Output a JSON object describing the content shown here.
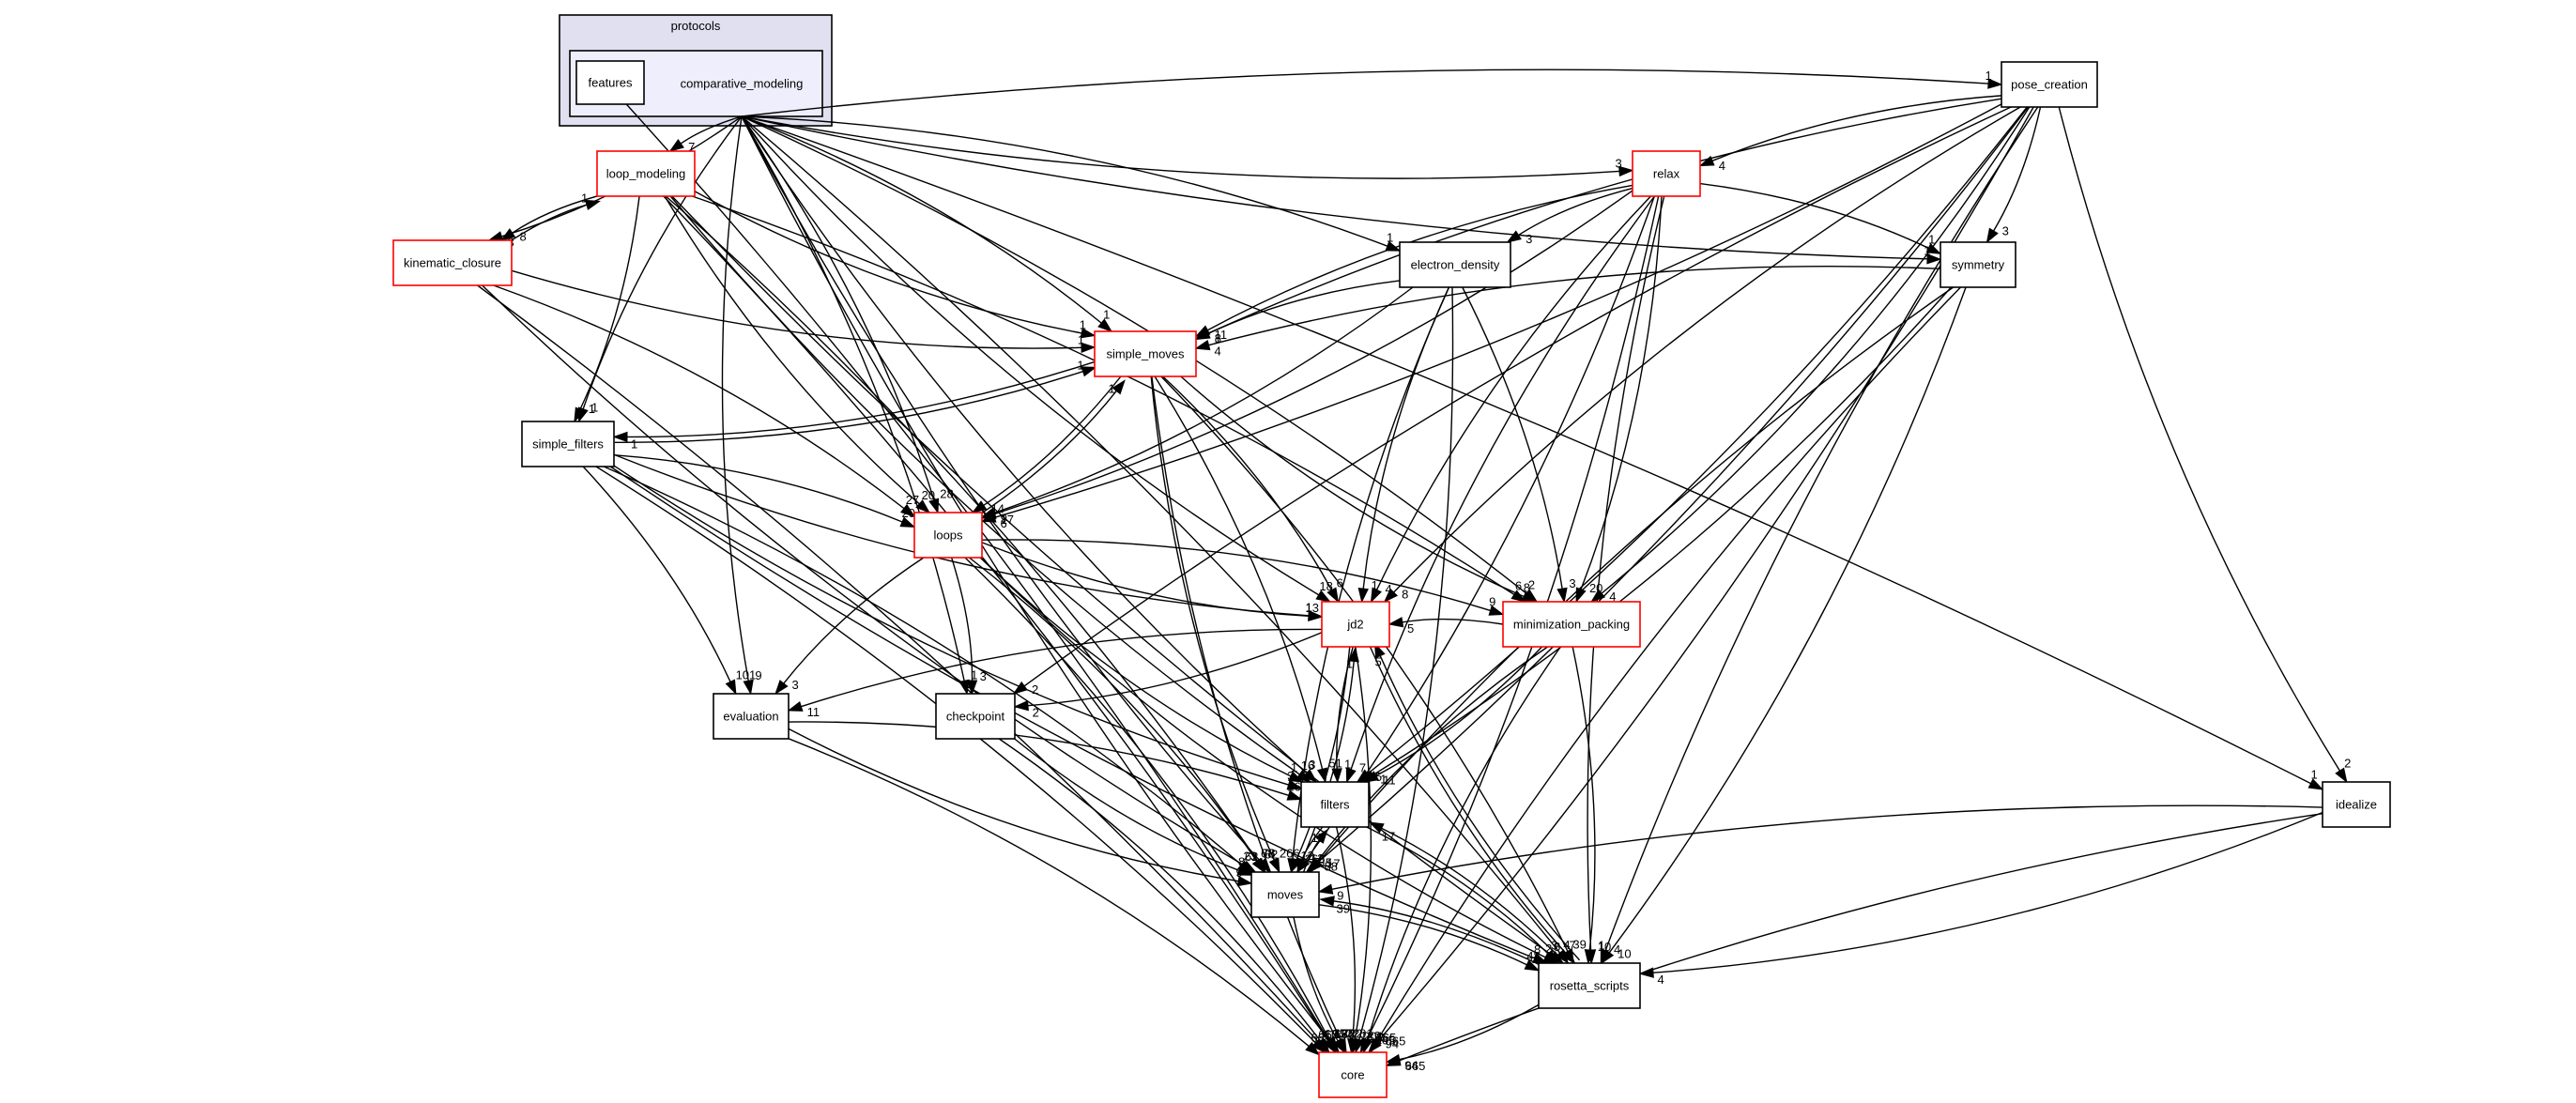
{
  "graph": {
    "cluster_outer_label": "protocols",
    "cluster_inner_label": "comparative_modeling",
    "nodes": [
      {
        "id": "features",
        "label": "features",
        "red": false
      },
      {
        "id": "pose_creation",
        "label": "pose_creation",
        "red": false
      },
      {
        "id": "relax",
        "label": "relax",
        "red": true
      },
      {
        "id": "loop_modeling",
        "label": "loop_modeling",
        "red": true
      },
      {
        "id": "kinematic_closure",
        "label": "kinematic_closure",
        "red": true
      },
      {
        "id": "electron_density",
        "label": "electron_density",
        "red": false
      },
      {
        "id": "symmetry",
        "label": "symmetry",
        "red": false
      },
      {
        "id": "simple_moves",
        "label": "simple_moves",
        "red": true
      },
      {
        "id": "simple_filters",
        "label": "simple_filters",
        "red": false
      },
      {
        "id": "loops",
        "label": "loops",
        "red": true
      },
      {
        "id": "jd2",
        "label": "jd2",
        "red": true
      },
      {
        "id": "minimization_packing",
        "label": "minimization_packing",
        "red": true
      },
      {
        "id": "evaluation",
        "label": "evaluation",
        "red": false
      },
      {
        "id": "checkpoint",
        "label": "checkpoint",
        "red": false
      },
      {
        "id": "filters",
        "label": "filters",
        "red": false
      },
      {
        "id": "idealize",
        "label": "idealize",
        "red": false
      },
      {
        "id": "moves",
        "label": "moves",
        "red": false
      },
      {
        "id": "rosetta_scripts",
        "label": "rosetta_scripts",
        "red": false
      },
      {
        "id": "core",
        "label": "core",
        "red": true
      }
    ],
    "edges": [
      {
        "from": "comparative_modeling",
        "to": "pose_creation",
        "label": "1"
      },
      {
        "from": "comparative_modeling",
        "to": "loop_modeling",
        "label": "7"
      },
      {
        "from": "comparative_modeling",
        "to": "kinematic_closure",
        "label": "3"
      },
      {
        "from": "comparative_modeling",
        "to": "relax",
        "label": "3"
      },
      {
        "from": "comparative_modeling",
        "to": "electron_density",
        "label": "1"
      },
      {
        "from": "comparative_modeling",
        "to": "symmetry",
        "label": "1"
      },
      {
        "from": "comparative_modeling",
        "to": "simple_moves",
        "label": "1"
      },
      {
        "from": "comparative_modeling",
        "to": "simple_filters",
        "label": "1"
      },
      {
        "from": "comparative_modeling",
        "to": "loops",
        "label": "28"
      },
      {
        "from": "comparative_modeling",
        "to": "jd2",
        "label": "18"
      },
      {
        "from": "comparative_modeling",
        "to": "minimization_packing",
        "label": "2"
      },
      {
        "from": "comparative_modeling",
        "to": "evaluation",
        "label": "9"
      },
      {
        "from": "comparative_modeling",
        "to": "checkpoint",
        "label": "1"
      },
      {
        "from": "comparative_modeling",
        "to": "filters",
        "label": "3"
      },
      {
        "from": "comparative_modeling",
        "to": "idealize",
        "label": "1"
      },
      {
        "from": "comparative_modeling",
        "to": "moves",
        "label": "62"
      },
      {
        "from": "comparative_modeling",
        "to": "rosetta_scripts",
        "label": "4"
      },
      {
        "from": "comparative_modeling",
        "to": "core",
        "label": "665"
      },
      {
        "from": "features",
        "to": "core",
        "label": "12"
      },
      {
        "from": "pose_creation",
        "to": "relax",
        "label": "4"
      },
      {
        "from": "pose_creation",
        "to": "symmetry",
        "label": "3"
      },
      {
        "from": "pose_creation",
        "to": "simple_moves",
        "label": "8"
      },
      {
        "from": "pose_creation",
        "to": "loops",
        "label": "6"
      },
      {
        "from": "pose_creation",
        "to": "jd2",
        "label": "8"
      },
      {
        "from": "pose_creation",
        "to": "minimization_packing",
        "label": "4"
      },
      {
        "from": "pose_creation",
        "to": "checkpoint",
        "label": "2"
      },
      {
        "from": "pose_creation",
        "to": "filters",
        "label": "5"
      },
      {
        "from": "pose_creation",
        "to": "idealize",
        "label": "2"
      },
      {
        "from": "pose_creation",
        "to": "moves",
        "label": "88"
      },
      {
        "from": "pose_creation",
        "to": "rosetta_scripts",
        "label": "4"
      },
      {
        "from": "pose_creation",
        "to": "core",
        "label": "94"
      },
      {
        "from": "relax",
        "to": "electron_density",
        "label": "3"
      },
      {
        "from": "relax",
        "to": "symmetry",
        "label": "1"
      },
      {
        "from": "relax",
        "to": "simple_moves",
        "label": "11"
      },
      {
        "from": "relax",
        "to": "loops",
        "label": "17"
      },
      {
        "from": "relax",
        "to": "jd2",
        "label": "4"
      },
      {
        "from": "relax",
        "to": "minimization_packing",
        "label": "20"
      },
      {
        "from": "relax",
        "to": "filters",
        "label": "7"
      },
      {
        "from": "relax",
        "to": "moves",
        "label": "51"
      },
      {
        "from": "relax",
        "to": "rosetta_scripts",
        "label": "1"
      },
      {
        "from": "relax",
        "to": "core",
        "label": "665"
      },
      {
        "from": "loop_modeling",
        "to": "kinematic_closure",
        "label": "8"
      },
      {
        "from": "kinematic_closure",
        "to": "loop_modeling",
        "label": "1"
      },
      {
        "from": "loop_modeling",
        "to": "simple_moves",
        "label": "1"
      },
      {
        "from": "loop_modeling",
        "to": "simple_filters",
        "label": "1"
      },
      {
        "from": "loop_modeling",
        "to": "loops",
        "label": "20"
      },
      {
        "from": "loop_modeling",
        "to": "minimization_packing",
        "label": "6"
      },
      {
        "from": "loop_modeling",
        "to": "filters",
        "label": "16"
      },
      {
        "from": "loop_modeling",
        "to": "moves",
        "label": "78"
      },
      {
        "from": "loop_modeling",
        "to": "rosetta_scripts",
        "label": "8"
      },
      {
        "from": "loop_modeling",
        "to": "core",
        "label": "157"
      },
      {
        "from": "kinematic_closure",
        "to": "simple_moves",
        "label": "1"
      },
      {
        "from": "kinematic_closure",
        "to": "loops",
        "label": "27"
      },
      {
        "from": "kinematic_closure",
        "to": "moves",
        "label": "62"
      },
      {
        "from": "kinematic_closure",
        "to": "core",
        "label": "41"
      },
      {
        "from": "electron_density",
        "to": "simple_moves",
        "label": "1"
      },
      {
        "from": "electron_density",
        "to": "loops",
        "label": "9"
      },
      {
        "from": "electron_density",
        "to": "jd2",
        "label": "1"
      },
      {
        "from": "electron_density",
        "to": "minimization_packing",
        "label": "3"
      },
      {
        "from": "electron_density",
        "to": "moves",
        "label": "12"
      },
      {
        "from": "electron_density",
        "to": "core",
        "label": "685"
      },
      {
        "from": "symmetry",
        "to": "simple_moves",
        "label": "4"
      },
      {
        "from": "symmetry",
        "to": "filters",
        "label": "1"
      },
      {
        "from": "symmetry",
        "to": "moves",
        "label": "17"
      },
      {
        "from": "symmetry",
        "to": "rosetta_scripts",
        "label": "10"
      },
      {
        "from": "symmetry",
        "to": "core",
        "label": "665"
      },
      {
        "from": "simple_moves",
        "to": "simple_filters",
        "label": "1"
      },
      {
        "from": "simple_filters",
        "to": "simple_moves",
        "label": "1"
      },
      {
        "from": "simple_moves",
        "to": "loops",
        "label": "14"
      },
      {
        "from": "loops",
        "to": "simple_moves",
        "label": "14"
      },
      {
        "from": "simple_moves",
        "to": "jd2",
        "label": "6"
      },
      {
        "from": "simple_moves",
        "to": "minimization_packing",
        "label": "8"
      },
      {
        "from": "simple_moves",
        "to": "filters",
        "label": "51"
      },
      {
        "from": "simple_moves",
        "to": "moves",
        "label": "266"
      },
      {
        "from": "simple_moves",
        "to": "rosetta_scripts",
        "label": "39"
      },
      {
        "from": "simple_moves",
        "to": "core",
        "label": "2201"
      },
      {
        "from": "simple_filters",
        "to": "loops",
        "label": "20"
      },
      {
        "from": "simple_filters",
        "to": "jd2",
        "label": "1"
      },
      {
        "from": "simple_filters",
        "to": "evaluation",
        "label": "101"
      },
      {
        "from": "simple_filters",
        "to": "filters",
        "label": "3"
      },
      {
        "from": "simple_filters",
        "to": "moves",
        "label": "23"
      },
      {
        "from": "simple_filters",
        "to": "rosetta_scripts",
        "label": "8"
      },
      {
        "from": "simple_filters",
        "to": "core",
        "label": "665"
      },
      {
        "from": "loops",
        "to": "jd2",
        "label": "13"
      },
      {
        "from": "loops",
        "to": "minimization_packing",
        "label": "9"
      },
      {
        "from": "loops",
        "to": "evaluation",
        "label": "3"
      },
      {
        "from": "loops",
        "to": "checkpoint",
        "label": "3"
      },
      {
        "from": "loops",
        "to": "filters",
        "label": "1"
      },
      {
        "from": "loops",
        "to": "moves",
        "label": "68"
      },
      {
        "from": "loops",
        "to": "rosetta_scripts",
        "label": "2"
      },
      {
        "from": "loops",
        "to": "core",
        "label": "122"
      },
      {
        "from": "jd2",
        "to": "evaluation",
        "label": "11"
      },
      {
        "from": "jd2",
        "to": "checkpoint",
        "label": "2"
      },
      {
        "from": "jd2",
        "to": "filters",
        "label": "1"
      },
      {
        "from": "jd2",
        "to": "moves",
        "label": "266"
      },
      {
        "from": "jd2",
        "to": "rosetta_scripts",
        "label": "7"
      },
      {
        "from": "jd2",
        "to": "core",
        "label": "201"
      },
      {
        "from": "minimization_packing",
        "to": "jd2",
        "label": "5"
      },
      {
        "from": "minimization_packing",
        "to": "filters",
        "label": "11"
      },
      {
        "from": "minimization_packing",
        "to": "moves",
        "label": "5"
      },
      {
        "from": "minimization_packing",
        "to": "rosetta_scripts",
        "label": "10"
      },
      {
        "from": "minimization_packing",
        "to": "core",
        "label": "665"
      },
      {
        "from": "evaluation",
        "to": "filters",
        "label": "16"
      },
      {
        "from": "evaluation",
        "to": "moves",
        "label": "9"
      },
      {
        "from": "evaluation",
        "to": "core",
        "label": "665"
      },
      {
        "from": "checkpoint",
        "to": "moves",
        "label": "8"
      },
      {
        "from": "checkpoint",
        "to": "core",
        "label": "12"
      },
      {
        "from": "filters",
        "to": "moves",
        "label": "12"
      },
      {
        "from": "moves",
        "to": "filters",
        "label": "17"
      },
      {
        "from": "moves",
        "to": "jd2",
        "label": "1"
      },
      {
        "from": "filters",
        "to": "rosetta_scripts",
        "label": "3"
      },
      {
        "from": "rosetta_scripts",
        "to": "filters",
        "label": "17"
      },
      {
        "from": "filters",
        "to": "core",
        "label": "122"
      },
      {
        "from": "idealize",
        "to": "moves",
        "label": "9"
      },
      {
        "from": "idealize",
        "to": "rosetta_scripts",
        "label": "4"
      },
      {
        "from": "idealize",
        "to": "core",
        "label": "665"
      },
      {
        "from": "moves",
        "to": "rosetta_scripts",
        "label": "48"
      },
      {
        "from": "rosetta_scripts",
        "to": "moves",
        "label": "39"
      },
      {
        "from": "rosetta_scripts",
        "to": "jd2",
        "label": "5"
      },
      {
        "from": "moves",
        "to": "core",
        "label": "122"
      },
      {
        "from": "rosetta_scripts",
        "to": "core",
        "label": "94"
      }
    ]
  }
}
